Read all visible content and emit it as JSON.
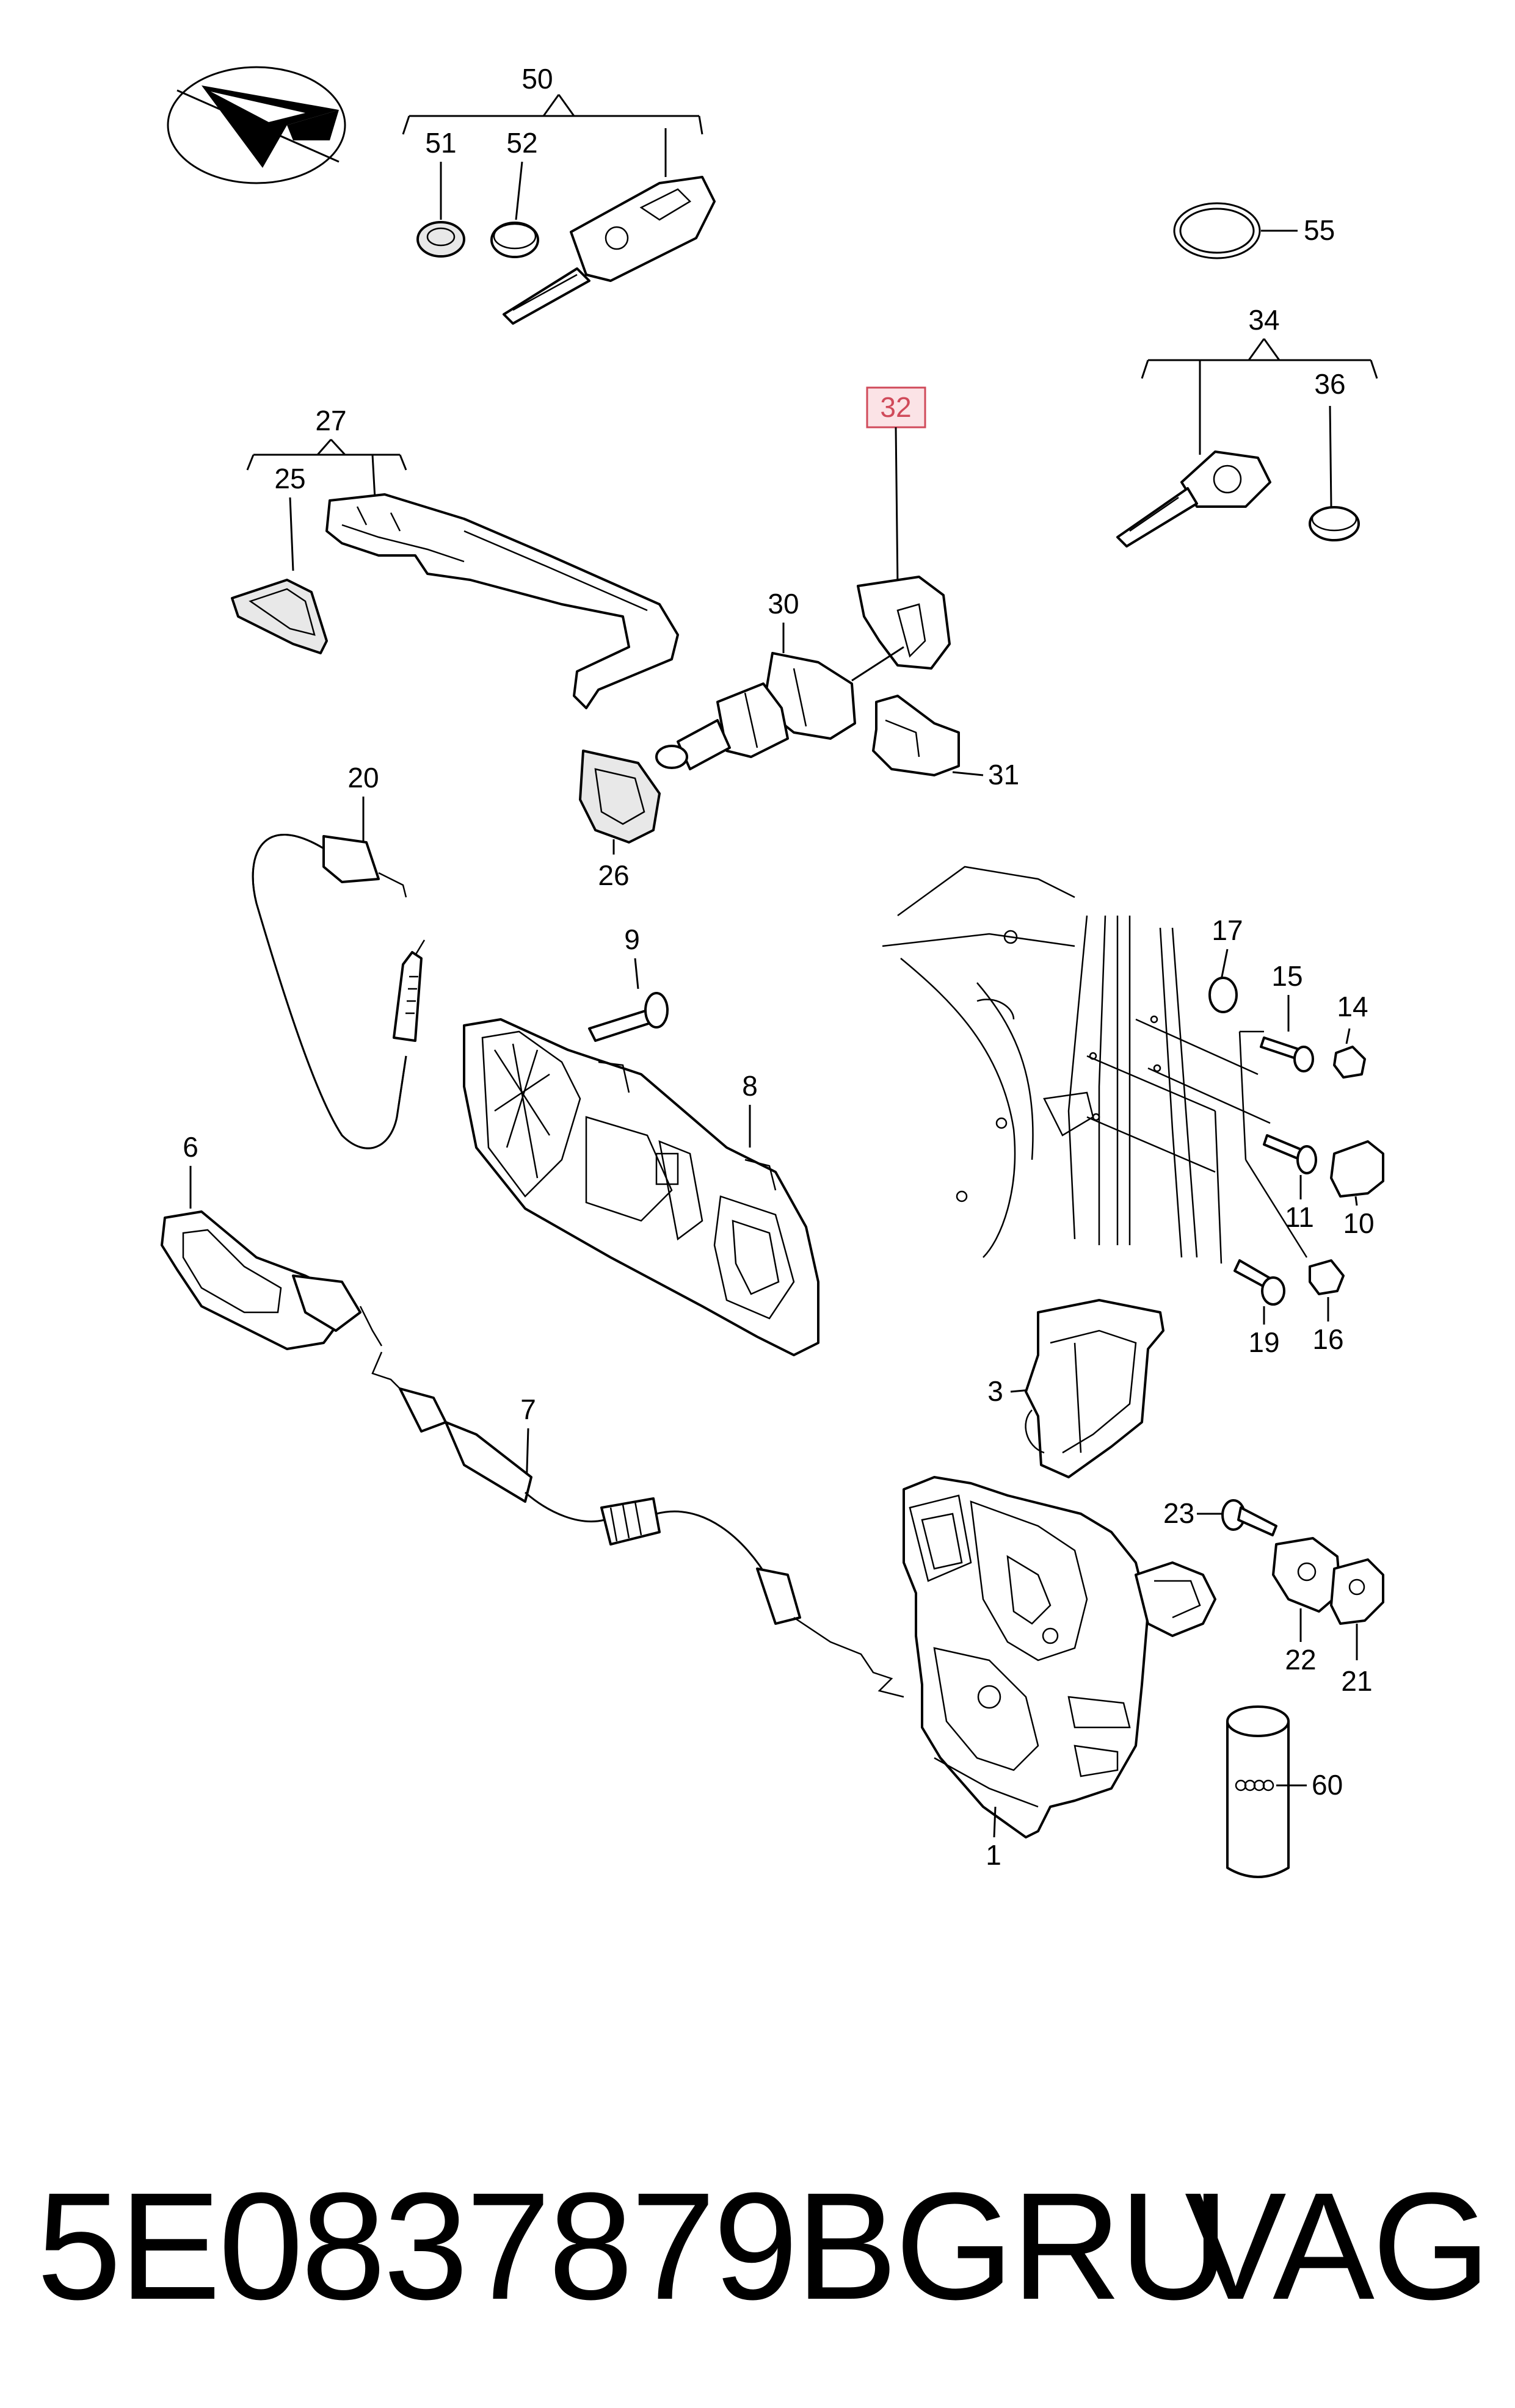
{
  "diagram": {
    "part_numbers": {
      "p1": "1",
      "p3": "3",
      "p6": "6",
      "p7": "7",
      "p8": "8",
      "p9": "9",
      "p10": "10",
      "p11": "11",
      "p14": "14",
      "p15": "15",
      "p16": "16",
      "p17": "17",
      "p19": "19",
      "p20": "20",
      "p21": "21",
      "p22": "22",
      "p23": "23",
      "p25": "25",
      "p26": "26",
      "p27": "27",
      "p30": "30",
      "p31": "31",
      "p32": "32",
      "p34": "34",
      "p36": "36",
      "p50": "50",
      "p51": "51",
      "p52": "52",
      "p55": "55",
      "p60": "60"
    },
    "highlighted_part": "32",
    "highlight_color": "#d04a5a",
    "logo_icon": "paper-plane-compass-icon"
  },
  "footer": {
    "part_code": "5E0837879BGRU",
    "brand": "VAG"
  }
}
